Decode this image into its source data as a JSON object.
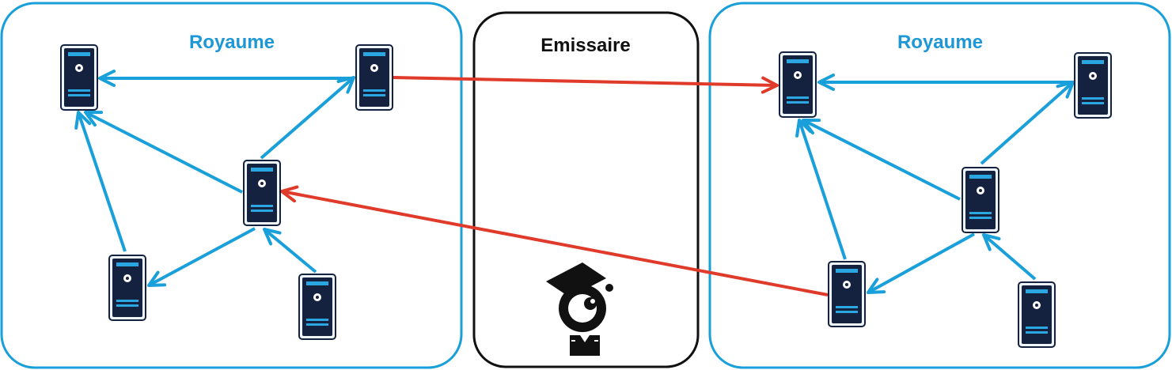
{
  "panels": {
    "left_title": "Royaume",
    "middle_title": "Emissaire",
    "right_title": "Royaume"
  },
  "colors": {
    "realm_border": "#199fd9",
    "realm_title": "#1e97d6",
    "emissary_border": "#111111",
    "blue_arrow": "#19a0da",
    "red_arrow": "#e03a2a",
    "server_body": "#14213f",
    "server_accent": "#2aa6e0"
  },
  "icons": {
    "server": "server-icon",
    "emissary": "emissary-mascot-icon"
  }
}
